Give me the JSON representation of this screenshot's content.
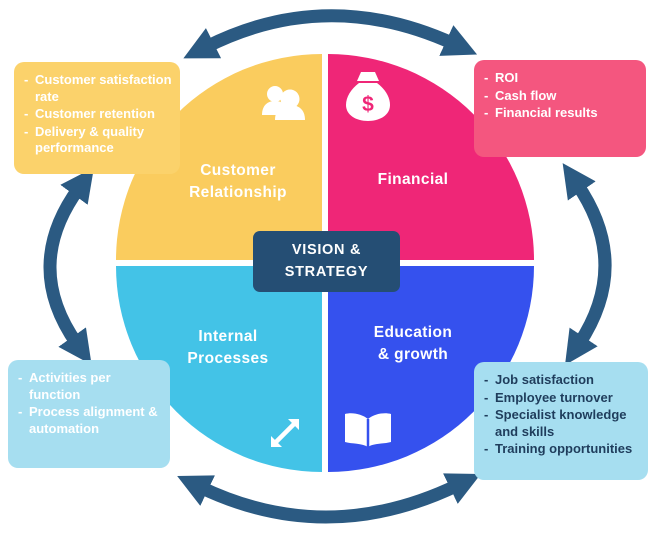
{
  "colors": {
    "customer": "#FACC5E",
    "financial": "#EF2677",
    "internal": "#43C3E7",
    "education": "#3551EE",
    "arrow": "#2B5A82",
    "center_bg": "#254E74",
    "callout_customer_bg": "#FBD26B",
    "callout_financial_bg": "#F4567F",
    "callout_internal_bg": "#A6DEF0",
    "callout_education_bg": "#A6DEF0"
  },
  "center": {
    "label": "VISION &\nSTRATEGY"
  },
  "quadrants": {
    "customer": {
      "label": "Customer\nRelationship"
    },
    "financial": {
      "label": "Financial"
    },
    "internal": {
      "label": "Internal\nProcesses"
    },
    "education": {
      "label": "Education\n& growth"
    }
  },
  "icons": {
    "customer": "people-icon",
    "financial": "money-bag-icon",
    "internal": "diagonal-arrows-icon",
    "education": "open-book-icon",
    "money_symbol": "$"
  },
  "callouts": {
    "customer": {
      "items": [
        "Customer satisfaction rate",
        "Customer retention",
        "Delivery & quality performance"
      ]
    },
    "financial": {
      "items": [
        "ROI",
        "Cash flow",
        "Financial results"
      ]
    },
    "internal": {
      "items": [
        "Activities per function",
        "Process alignment & automation"
      ]
    },
    "education": {
      "items": [
        "Job satisfaction",
        "Employee turnover",
        "Specialist knowledge and skills",
        "Training opportunities"
      ]
    }
  }
}
